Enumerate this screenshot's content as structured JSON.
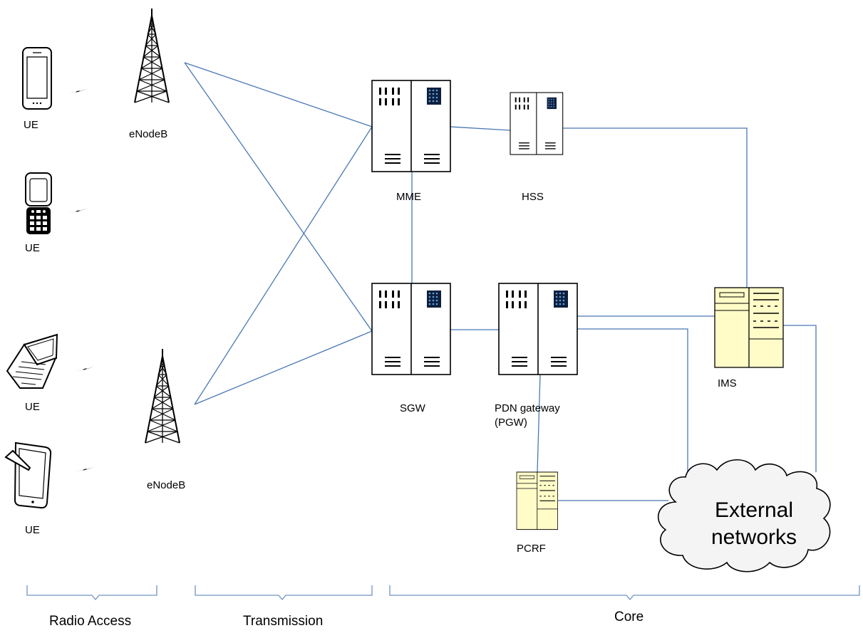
{
  "labels": {
    "ue": "UE",
    "enodeb": "eNodeB",
    "mme": "MME",
    "hss": "HSS",
    "sgw": "SGW",
    "pgw_line1": "PDN gateway",
    "pgw_line2": "(PGW)",
    "ims": "IMS",
    "pcrf": "PCRF",
    "external_line1": "External",
    "external_line2": "networks"
  },
  "sections": {
    "radio_access": "Radio Access",
    "transmission": "Transmission",
    "core": "Core"
  },
  "colors": {
    "link": "#4a78b5",
    "bracket": "#6f93c4",
    "server_fill": "#ffffff",
    "ims_fill": "#fffcc8",
    "screen_blue": "#2f5aa8",
    "cloud_fill": "#f4f4f4"
  },
  "icons": [
    "smartphone-icon",
    "flip-phone-icon",
    "laptop-icon",
    "tablet-icon",
    "antenna-tower-icon",
    "server-rack-icon",
    "server-tower-icon",
    "cloud-icon"
  ]
}
